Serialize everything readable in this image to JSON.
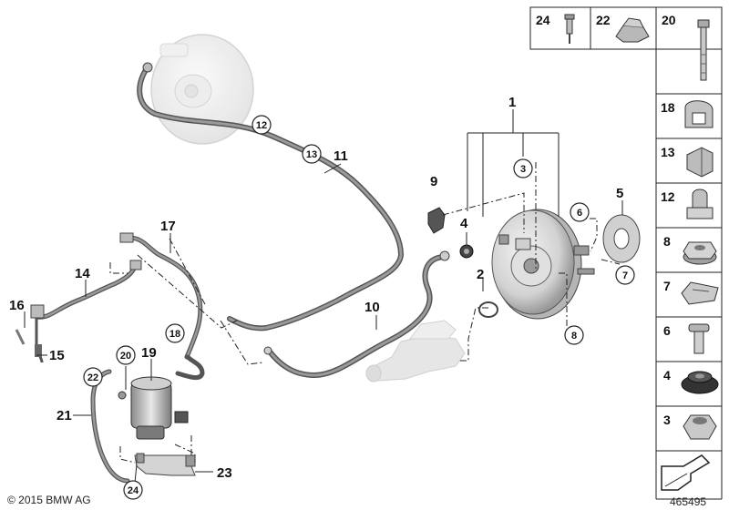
{
  "legend": {
    "top_row": [
      {
        "number": "24",
        "icon": "rivet-icon"
      },
      {
        "number": "22",
        "icon": "cable-clip-icon"
      },
      {
        "number": "20",
        "icon": "bolt-icon"
      }
    ],
    "column": [
      {
        "number": "18",
        "icon": "hose-clamp-icon"
      },
      {
        "number": "13",
        "icon": "clip-icon"
      },
      {
        "number": "12",
        "icon": "clip-icon"
      },
      {
        "number": "8",
        "icon": "hex-nut-flange-icon"
      },
      {
        "number": "7",
        "icon": "spring-clip-icon"
      },
      {
        "number": "6",
        "icon": "stud-icon"
      },
      {
        "number": "4",
        "icon": "grommet-icon"
      },
      {
        "number": "3",
        "icon": "hex-nut-icon"
      }
    ]
  },
  "callouts": {
    "c1": "1",
    "c2": "2",
    "c3": "3",
    "c4": "4",
    "c5": "5",
    "c6": "6",
    "c7": "7",
    "c8": "8",
    "c9": "9",
    "c10": "10",
    "c11": "11",
    "c12": "12",
    "c13": "13",
    "c14": "14",
    "c15": "15",
    "c16": "16",
    "c17": "17",
    "c18": "18",
    "c19": "19",
    "c20": "20",
    "c21": "21",
    "c22": "22",
    "c23": "23",
    "c24": "24"
  },
  "footer": {
    "copyright": "© 2015 BMW AG",
    "diagram_number": "465495"
  }
}
